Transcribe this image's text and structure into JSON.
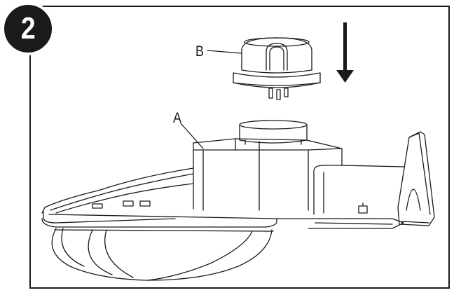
{
  "figure": {
    "step_number": "2",
    "callouts": {
      "a": "A",
      "b": "B"
    },
    "parts": {
      "fixture": "A",
      "photocell": "B"
    },
    "icons": {
      "arrow": "arrow-down-icon"
    },
    "colors": {
      "ink": "#1a1a1a",
      "badge": "#1a1a1a",
      "badge_text": "#ffffff"
    }
  }
}
